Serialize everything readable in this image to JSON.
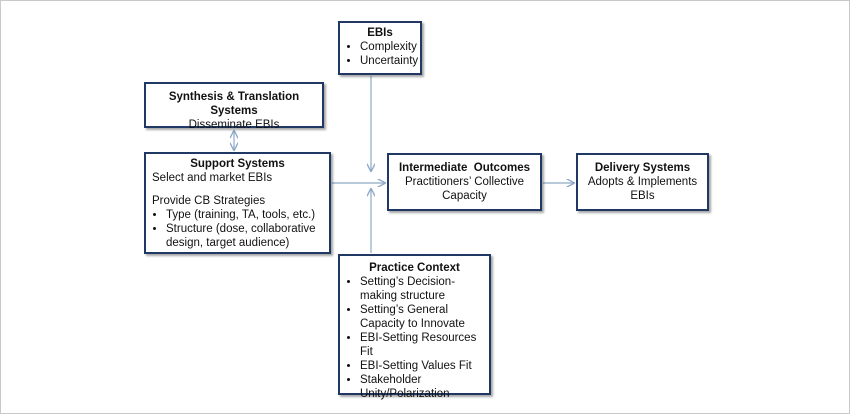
{
  "diagram": {
    "ebis": {
      "title": "EBIs",
      "items": [
        "Complexity",
        "Uncertainty"
      ]
    },
    "synthesis": {
      "title": "Synthesis & Translation Systems",
      "subtitle": "Disseminate EBIs"
    },
    "support": {
      "title": "Support Systems",
      "line1": "Select and market EBIs",
      "line2": "Provide CB Strategies",
      "items": [
        "Type (training, TA, tools, etc.)",
        "Structure (dose, collaborative design, target audience)"
      ]
    },
    "intermediate": {
      "title": "Intermediate  Outcomes",
      "subtitle": "Practitioners’ Collective Capacity"
    },
    "delivery": {
      "title": "Delivery Systems",
      "subtitle": "Adopts & Implements EBIs"
    },
    "practice": {
      "title": "Practice Context",
      "items": [
        "Setting’s Decision-making structure",
        "Setting’s General Capacity to Innovate",
        "EBI-Setting Resources Fit",
        "EBI-Setting Values Fit",
        "Stakeholder Unity/Polarization"
      ]
    },
    "colors": {
      "box_border": "#1f3864",
      "connector": "#8ea9c8"
    }
  }
}
